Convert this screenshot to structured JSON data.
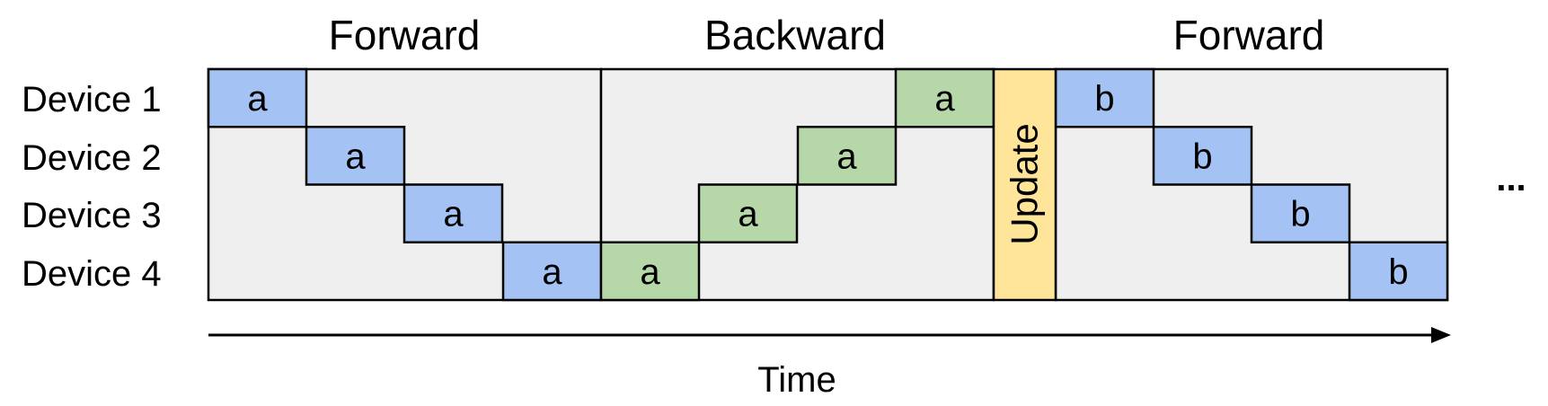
{
  "phases": [
    "Forward",
    "Backward",
    "Forward"
  ],
  "devices": [
    "Device 1",
    "Device 2",
    "Device 3",
    "Device 4"
  ],
  "update_label": "Update",
  "time_label": "Time",
  "ellipsis": "...",
  "colors": {
    "forward": "#a4c2f4",
    "backward": "#b6d7a8",
    "update": "#ffe599",
    "background": "#efefef",
    "stroke": "#000000"
  },
  "cells": [
    {
      "device": 1,
      "slot": 0,
      "label": "a",
      "kind": "forward"
    },
    {
      "device": 2,
      "slot": 1,
      "label": "a",
      "kind": "forward"
    },
    {
      "device": 3,
      "slot": 2,
      "label": "a",
      "kind": "forward"
    },
    {
      "device": 4,
      "slot": 3,
      "label": "a",
      "kind": "forward"
    },
    {
      "device": 4,
      "slot": 4,
      "label": "a",
      "kind": "backward"
    },
    {
      "device": 3,
      "slot": 5,
      "label": "a",
      "kind": "backward"
    },
    {
      "device": 2,
      "slot": 6,
      "label": "a",
      "kind": "backward"
    },
    {
      "device": 1,
      "slot": 7,
      "label": "a",
      "kind": "backward"
    },
    {
      "device": 1,
      "slot": 8,
      "label": "b",
      "kind": "forward"
    },
    {
      "device": 2,
      "slot": 9,
      "label": "b",
      "kind": "forward"
    },
    {
      "device": 3,
      "slot": 10,
      "label": "b",
      "kind": "forward"
    },
    {
      "device": 4,
      "slot": 11,
      "label": "b",
      "kind": "forward"
    }
  ]
}
